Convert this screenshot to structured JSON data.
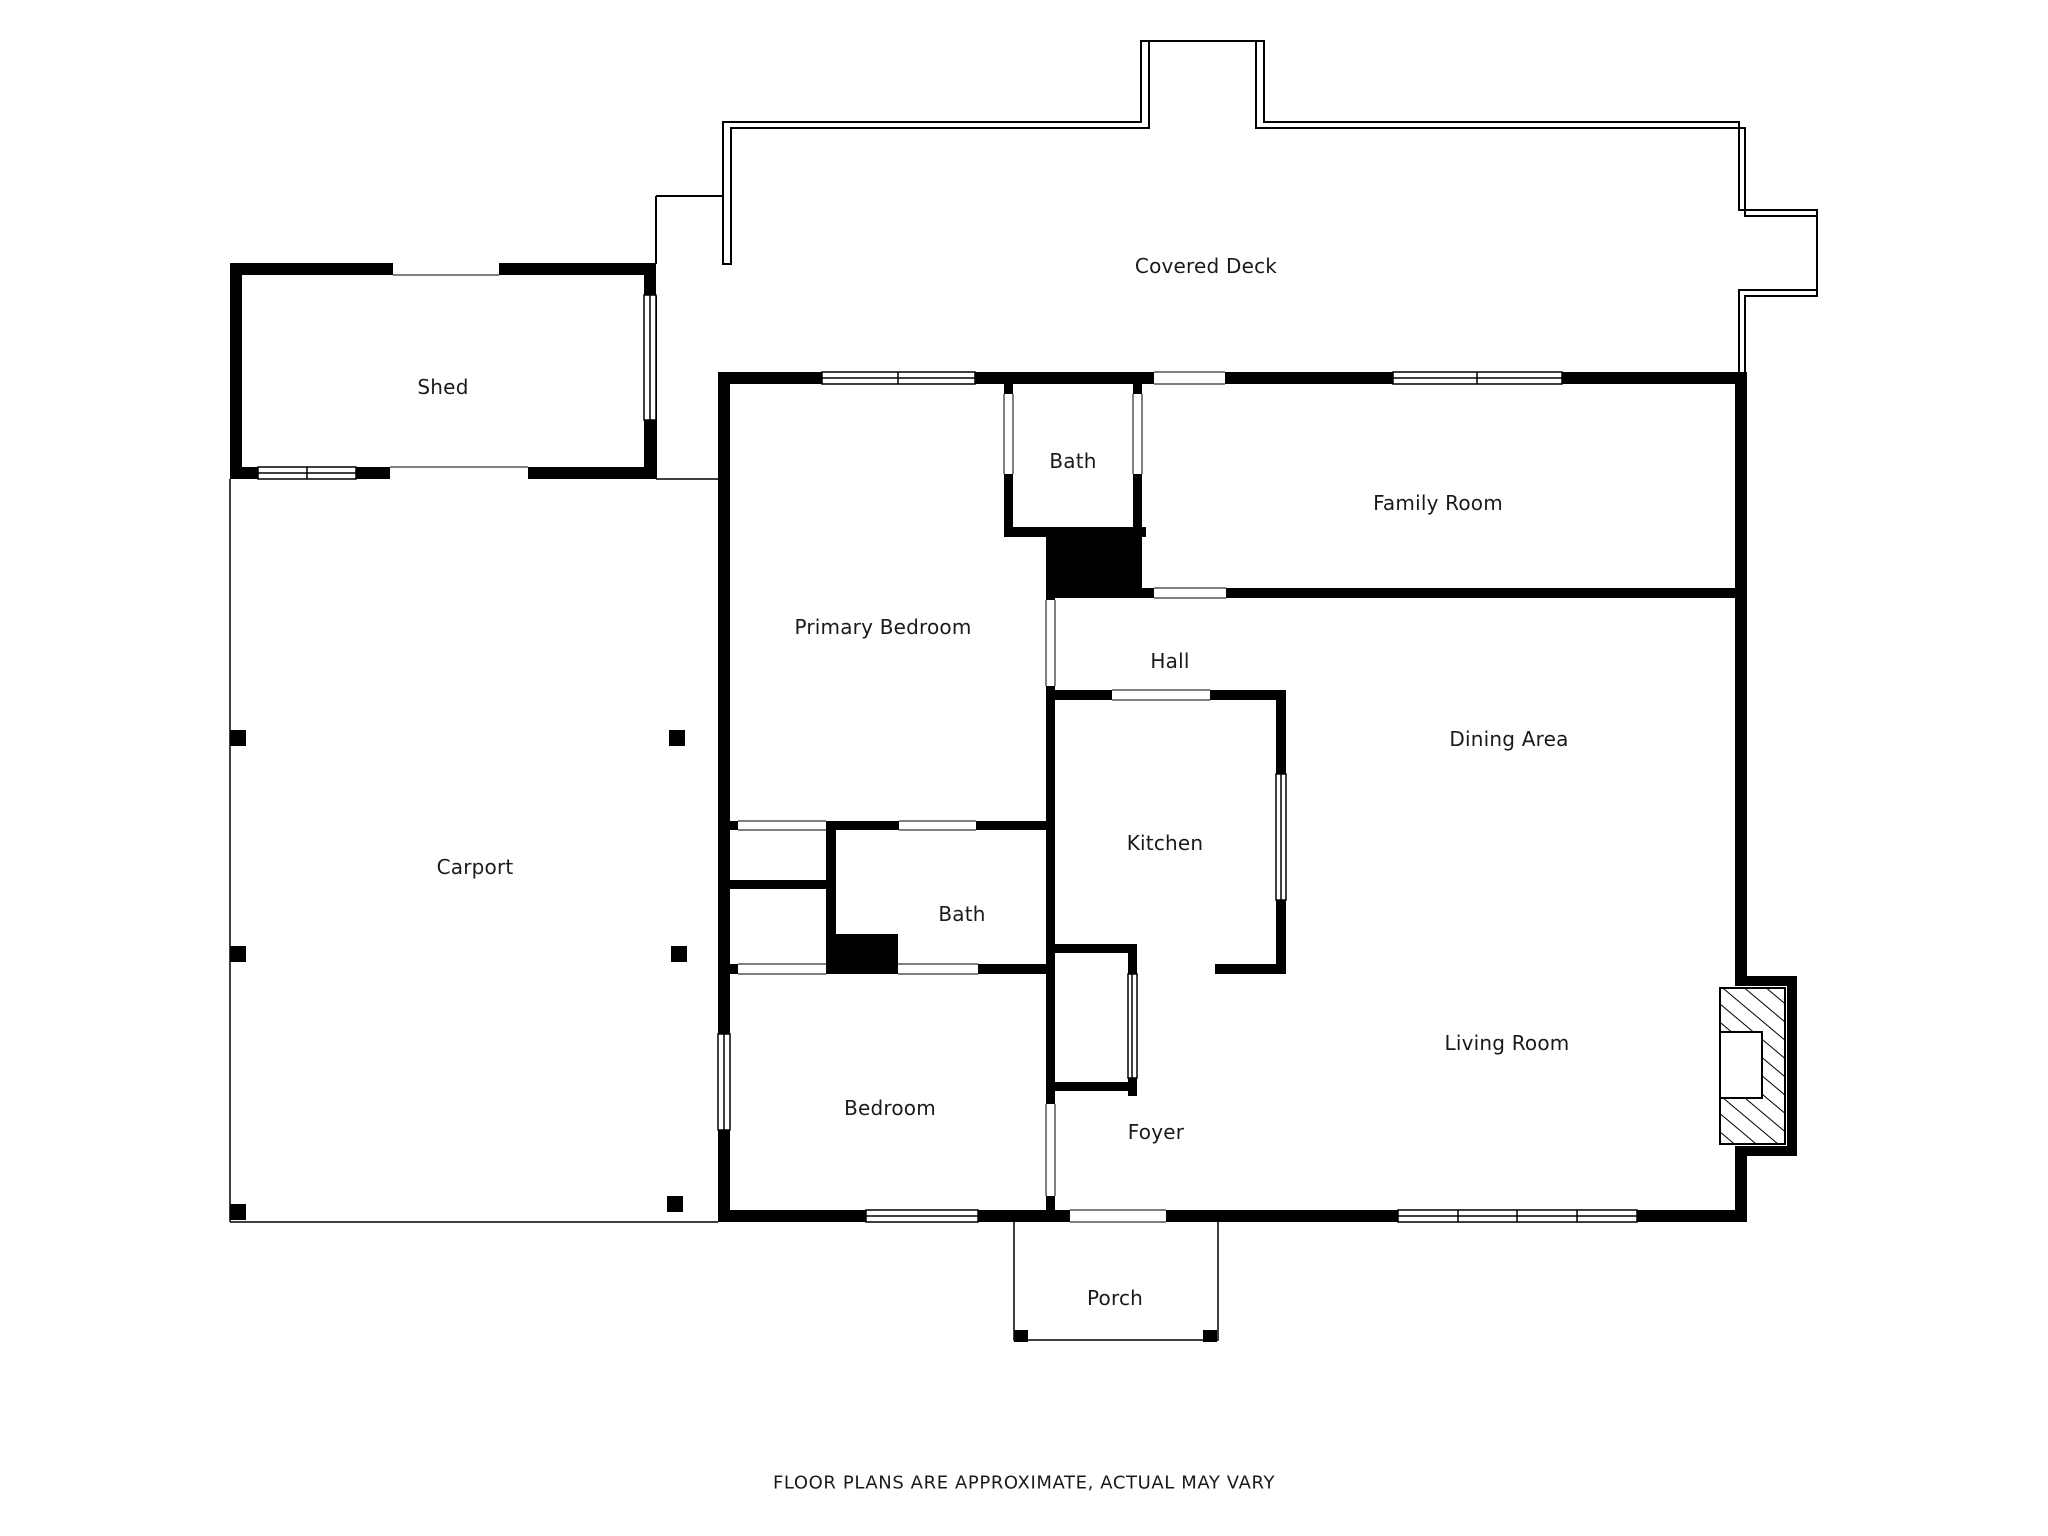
{
  "rooms": {
    "covered_deck": "Covered Deck",
    "shed": "Shed",
    "carport": "Carport",
    "primary_bedroom": "Primary Bedroom",
    "bath_upper": "Bath",
    "family_room": "Family Room",
    "hall": "Hall",
    "dining_area": "Dining Area",
    "kitchen": "Kitchen",
    "bath_lower": "Bath",
    "bedroom": "Bedroom",
    "living_room": "Living Room",
    "foyer": "Foyer",
    "porch": "Porch"
  },
  "disclaimer": "FLOOR PLANS ARE APPROXIMATE, ACTUAL MAY VARY"
}
